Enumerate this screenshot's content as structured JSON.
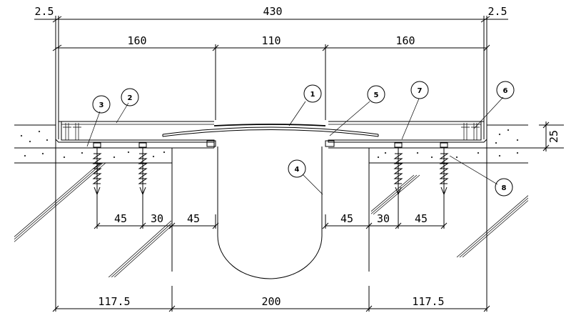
{
  "dimensions": {
    "top_left_edge": "2.5",
    "top_overall": "430",
    "top_right_edge": "2.5",
    "top_left": "160",
    "top_center": "110",
    "top_right": "160",
    "right_height": "25",
    "mid_left_1": "45",
    "mid_left_2": "30",
    "mid_left_3": "45",
    "mid_right_1": "45",
    "mid_right_2": "30",
    "mid_right_3": "45",
    "bottom_left": "117.5",
    "bottom_center": "200",
    "bottom_right": "117.5"
  },
  "callouts": [
    "1",
    "2",
    "3",
    "4",
    "5",
    "6",
    "7",
    "8"
  ]
}
